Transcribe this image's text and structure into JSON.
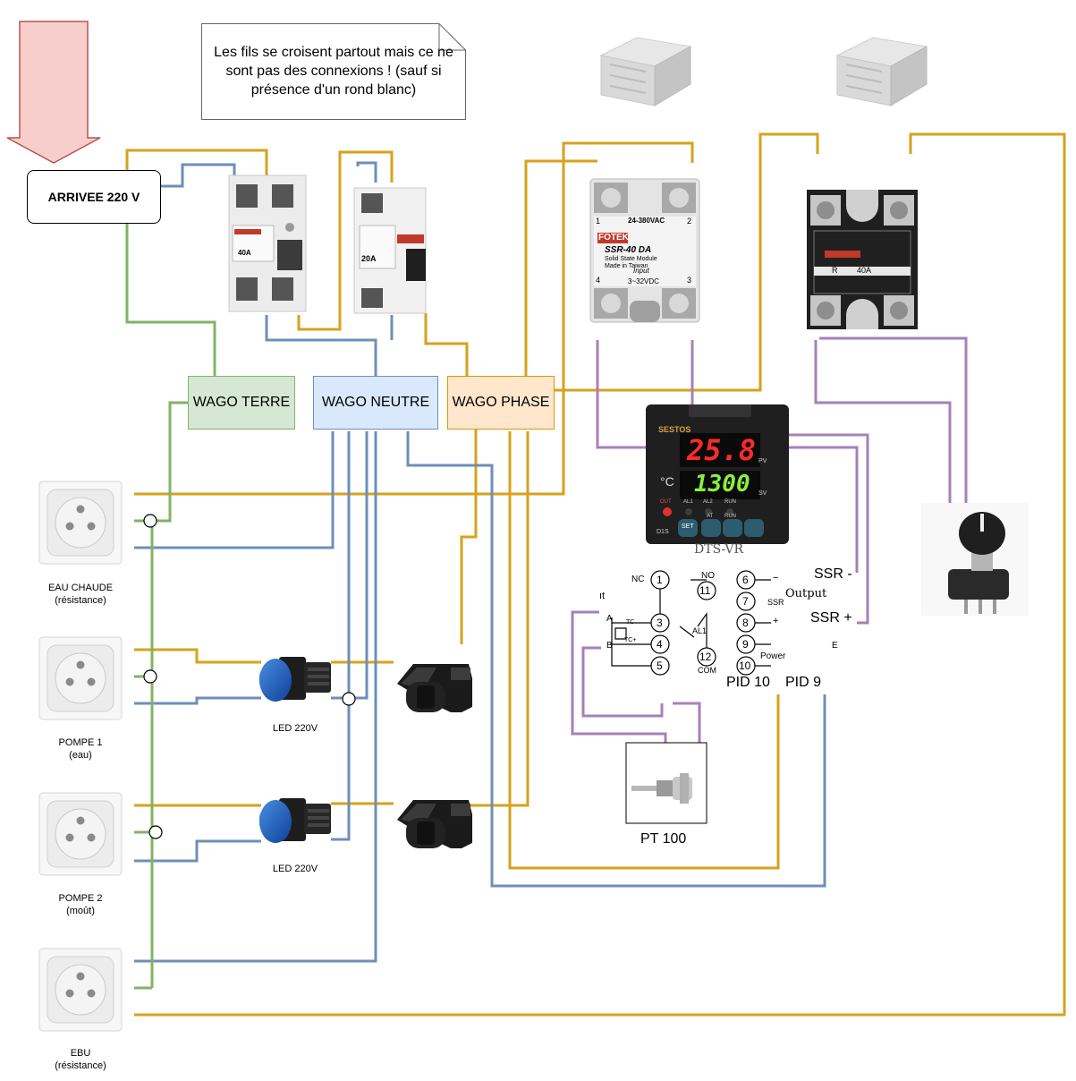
{
  "arrival": {
    "label": "ARRIVEE 220 V"
  },
  "note": {
    "text": "Les fils se croisent partout mais ce ne sont pas des connexions ! (sauf si présence d'un rond blanc)"
  },
  "wago": {
    "terre": "WAGO TERRE",
    "neutre": "WAGO NEUTRE",
    "phase": "WAGO PHASE"
  },
  "sockets": [
    {
      "name": "EAU CHAUDE",
      "sub": "(résistance)"
    },
    {
      "name": "POMPE 1",
      "sub": "(eau)"
    },
    {
      "name": "POMPE 2",
      "sub": "(moût)"
    },
    {
      "name": "EBU",
      "sub": "(résistance)"
    }
  ],
  "leds": [
    {
      "label": "LED 220V"
    },
    {
      "label": "LED 220V"
    }
  ],
  "breakers": {
    "rcd_rating": "40A",
    "mcb_rating": "20A"
  },
  "ssr1": {
    "brand": "FOTEK",
    "model": "SSR-40 DA",
    "sub": "Solid State Module",
    "made": "Made in Taiwan",
    "ac": "24-380VAC",
    "dc": "3~32VDC",
    "input": "Input",
    "t1": "1",
    "t2": "2",
    "t3": "3",
    "t4": "4"
  },
  "ssr2": {
    "rating": "40A",
    "r": "R"
  },
  "pid": {
    "brand": "SESTOS",
    "pv": "25.8",
    "sv": "1300",
    "pv_label": "PV",
    "sv_label": "SV",
    "unit": "°C",
    "model": "D1S",
    "bottom": "DTS-VR",
    "leds": [
      "OUT",
      "AL1",
      "AL2",
      "RUN"
    ],
    "keys": [
      "SET",
      "AT",
      "RUN"
    ]
  },
  "wiring": {
    "pins_left": [
      "1",
      "3",
      "4",
      "5"
    ],
    "pin11": "11",
    "pin12": "12",
    "pins_right": [
      "6",
      "7",
      "8",
      "9",
      "10"
    ],
    "nc": "NC",
    "no": "NO",
    "com": "COM",
    "al1": "AL1",
    "a": "A",
    "b": "B",
    "tc": "TC",
    "tcp": "TC+",
    "output": "Output",
    "ssr": "SSR",
    "power": "Power",
    "minus": "−",
    "plus": "+",
    "it": "ıt",
    "e": "E"
  },
  "ssr_minus": "SSR -",
  "ssr_plus": "SSR +",
  "pid10": "PID 10",
  "pid9": "PID 9",
  "pt100": "PT 100",
  "colors": {
    "phase": "#d6a21e",
    "neutral": "#6d8fb8",
    "earth": "#82b366",
    "signal": "#a680b8"
  }
}
